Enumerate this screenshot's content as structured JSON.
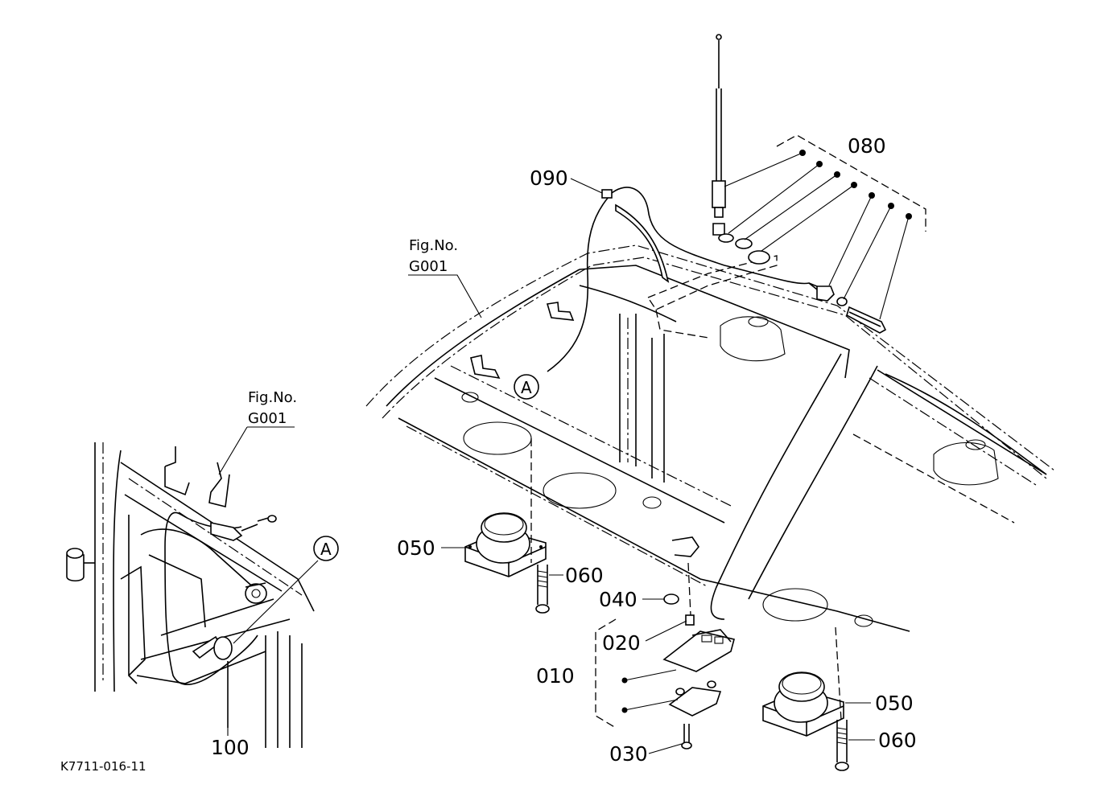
{
  "diagram": {
    "code": "K7711-016-11",
    "figure_refs": [
      {
        "line1": "Fig.No.",
        "line2": "G001"
      },
      {
        "line1": "Fig.No.",
        "line2": "G001"
      }
    ],
    "detail_letter": "A",
    "callouts": {
      "c010": "010",
      "c020": "020",
      "c030_a": "030",
      "c040": "040",
      "c050_a": "050",
      "c050_b": "050",
      "c060_a": "060",
      "c060_b": "060",
      "c080": "080",
      "c090": "090",
      "c100": "100"
    }
  }
}
